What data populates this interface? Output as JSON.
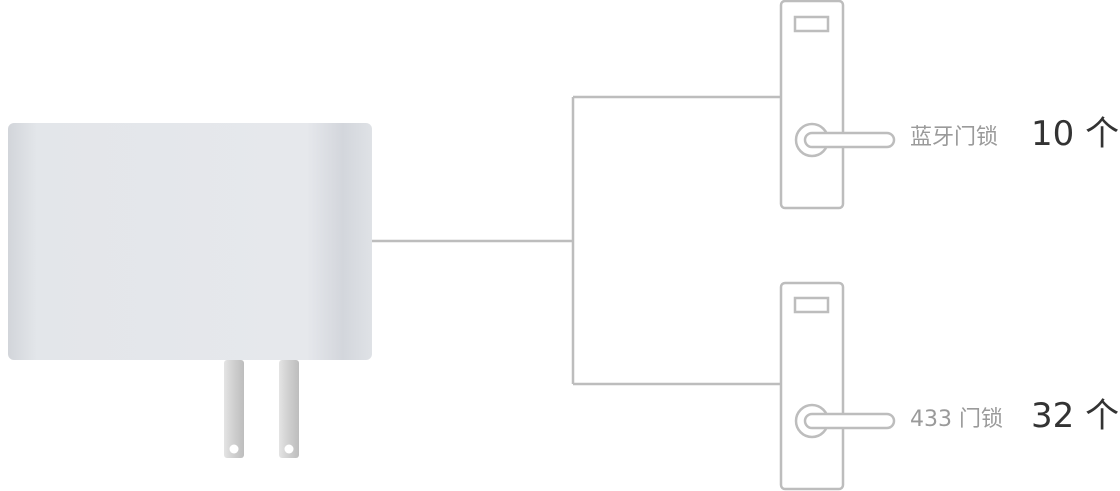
{
  "gateway": {
    "icon": "power-plug-gateway-icon"
  },
  "locks": [
    {
      "icon": "door-lock-icon",
      "label": "蓝牙门锁",
      "count": "10 个"
    },
    {
      "icon": "door-lock-icon",
      "label": "433 门锁",
      "count": "32 个"
    }
  ],
  "colors": {
    "line": "#bdbdbd",
    "gateway_body": "#e3e6ea",
    "prong": "#cfcfcf",
    "label": "#9a9a9a",
    "count": "#333333"
  }
}
